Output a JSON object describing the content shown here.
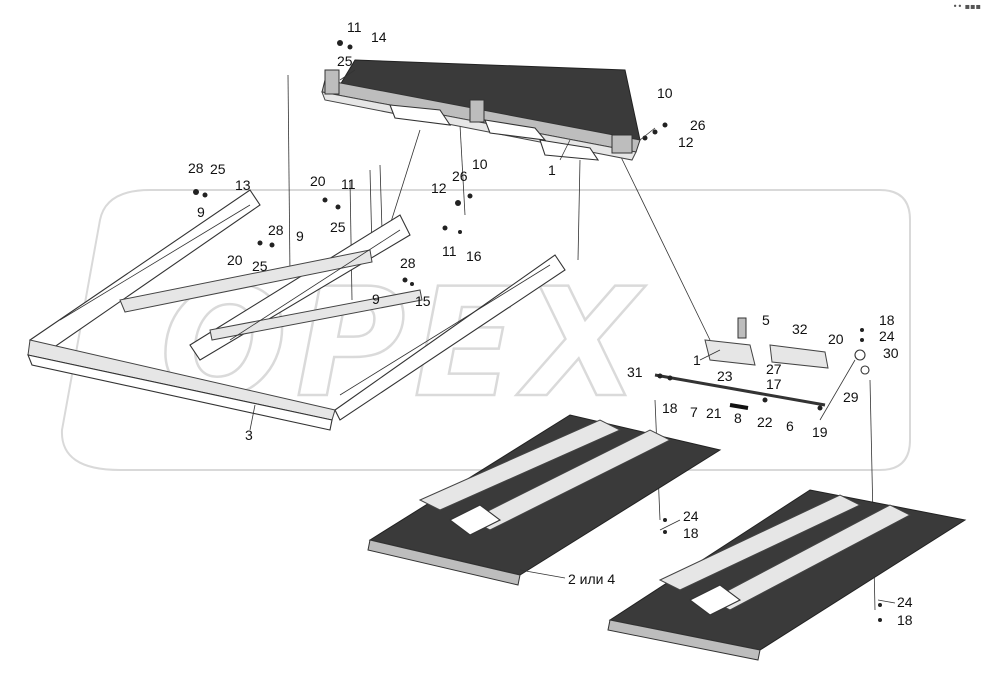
{
  "watermark": "OPEX",
  "corner_mark": "•• ▪▪▪",
  "callouts": [
    {
      "id": "c1",
      "text": "11"
    },
    {
      "id": "c2",
      "text": "14"
    },
    {
      "id": "c3",
      "text": "25"
    },
    {
      "id": "c4",
      "text": "10"
    },
    {
      "id": "c5",
      "text": "26"
    },
    {
      "id": "c6",
      "text": "12"
    },
    {
      "id": "c7",
      "text": "1"
    },
    {
      "id": "c8",
      "text": "28"
    },
    {
      "id": "c9",
      "text": "25"
    },
    {
      "id": "c10",
      "text": "13"
    },
    {
      "id": "c11",
      "text": "9"
    },
    {
      "id": "c12",
      "text": "20"
    },
    {
      "id": "c13",
      "text": "11"
    },
    {
      "id": "c14",
      "text": "25"
    },
    {
      "id": "c15",
      "text": "10"
    },
    {
      "id": "c16",
      "text": "26"
    },
    {
      "id": "c17",
      "text": "12"
    },
    {
      "id": "c18",
      "text": "28"
    },
    {
      "id": "c19",
      "text": "9"
    },
    {
      "id": "c20",
      "text": "20"
    },
    {
      "id": "c21",
      "text": "25"
    },
    {
      "id": "c22",
      "text": "11"
    },
    {
      "id": "c23",
      "text": "16"
    },
    {
      "id": "c24",
      "text": "28"
    },
    {
      "id": "c25",
      "text": "9"
    },
    {
      "id": "c26",
      "text": "15"
    },
    {
      "id": "c27",
      "text": "3"
    },
    {
      "id": "c28",
      "text": "5"
    },
    {
      "id": "c29",
      "text": "32"
    },
    {
      "id": "c30",
      "text": "1"
    },
    {
      "id": "c31",
      "text": "18"
    },
    {
      "id": "c32",
      "text": "24"
    },
    {
      "id": "c33",
      "text": "20"
    },
    {
      "id": "c34",
      "text": "30"
    },
    {
      "id": "c35",
      "text": "31"
    },
    {
      "id": "c36",
      "text": "23"
    },
    {
      "id": "c37",
      "text": "27"
    },
    {
      "id": "c38",
      "text": "17"
    },
    {
      "id": "c39",
      "text": "29"
    },
    {
      "id": "c40",
      "text": "18"
    },
    {
      "id": "c41",
      "text": "7"
    },
    {
      "id": "c42",
      "text": "21"
    },
    {
      "id": "c43",
      "text": "8"
    },
    {
      "id": "c44",
      "text": "22"
    },
    {
      "id": "c45",
      "text": "6"
    },
    {
      "id": "c46",
      "text": "19"
    },
    {
      "id": "c47",
      "text": "24"
    },
    {
      "id": "c48",
      "text": "18"
    },
    {
      "id": "c49",
      "text": "2 или 4"
    },
    {
      "id": "c50",
      "text": "24"
    },
    {
      "id": "c51",
      "text": "18"
    }
  ]
}
